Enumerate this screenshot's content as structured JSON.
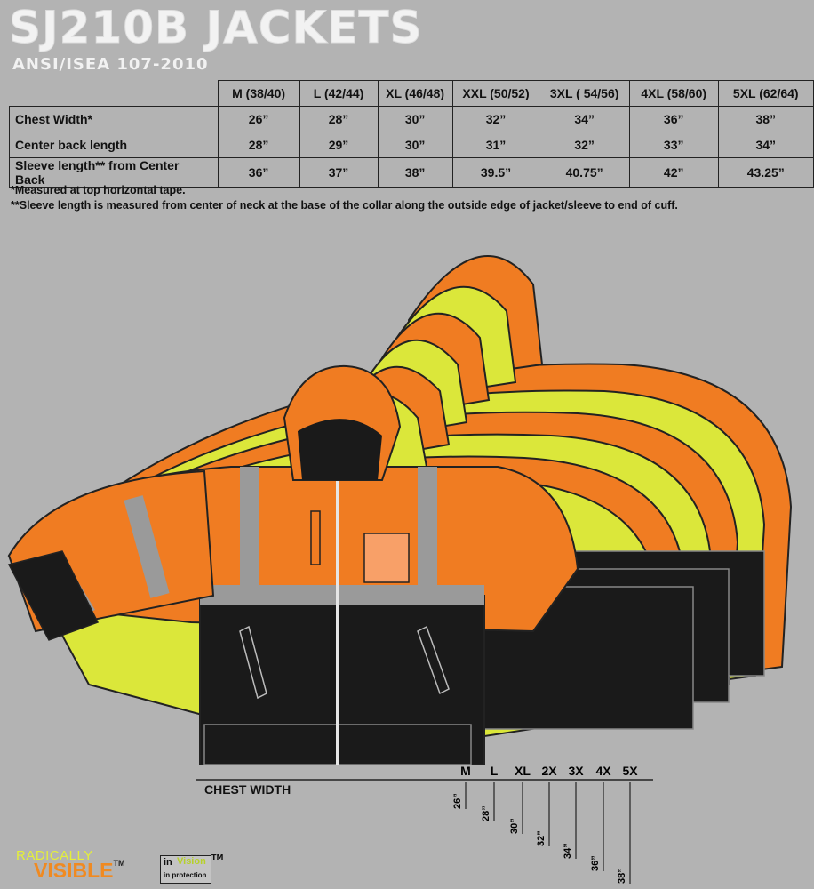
{
  "title": "SJ210B JACKETS",
  "subtitle": "ANSI/ISEA 107-2010",
  "size_table": {
    "sizes": [
      "M (38/40)",
      "L (42/44)",
      "XL (46/48)",
      "XXL (50/52)",
      "3XL ( 54/56)",
      "4XL (58/60)",
      "5XL (62/64)"
    ],
    "rows": [
      {
        "label": "Chest Width*",
        "values": [
          "26”",
          "28”",
          "30”",
          "32”",
          "34”",
          "36”",
          "38”"
        ]
      },
      {
        "label": "Center back length",
        "values": [
          "28”",
          "29”",
          "30”",
          "31”",
          "32”",
          "33”",
          "34”"
        ]
      },
      {
        "label": "Sleeve length** from Center Back",
        "values": [
          "36”",
          "37”",
          "38”",
          "39.5”",
          "40.75”",
          "42”",
          "43.25”"
        ]
      }
    ]
  },
  "notes": [
    "*Measured at top horizontal tape.",
    "**Sleeve length is measured from center of neck at the base of the collar along the outside edge of jacket/sleeve to end of cuff."
  ],
  "chest_width": {
    "label": "CHEST WIDTH",
    "sizes": [
      "M",
      "L",
      "XL",
      "2X",
      "3X",
      "4X",
      "5X"
    ],
    "measures": [
      "26”",
      "28”",
      "30”",
      "32”",
      "34”",
      "36”",
      "38”"
    ]
  },
  "brand": {
    "line1": "RADICALLY",
    "line2": "VISIBLE",
    "tm": "TM"
  },
  "badge": {
    "word1": "in",
    "word2": "Vision",
    "word3": "in protection",
    "tm": "TM"
  },
  "colors": {
    "orange": "#f07c22",
    "lime": "#dbe73a",
    "black": "#1a1a1a",
    "tape": "#9a9a9a",
    "background": "#b3b3b3"
  }
}
